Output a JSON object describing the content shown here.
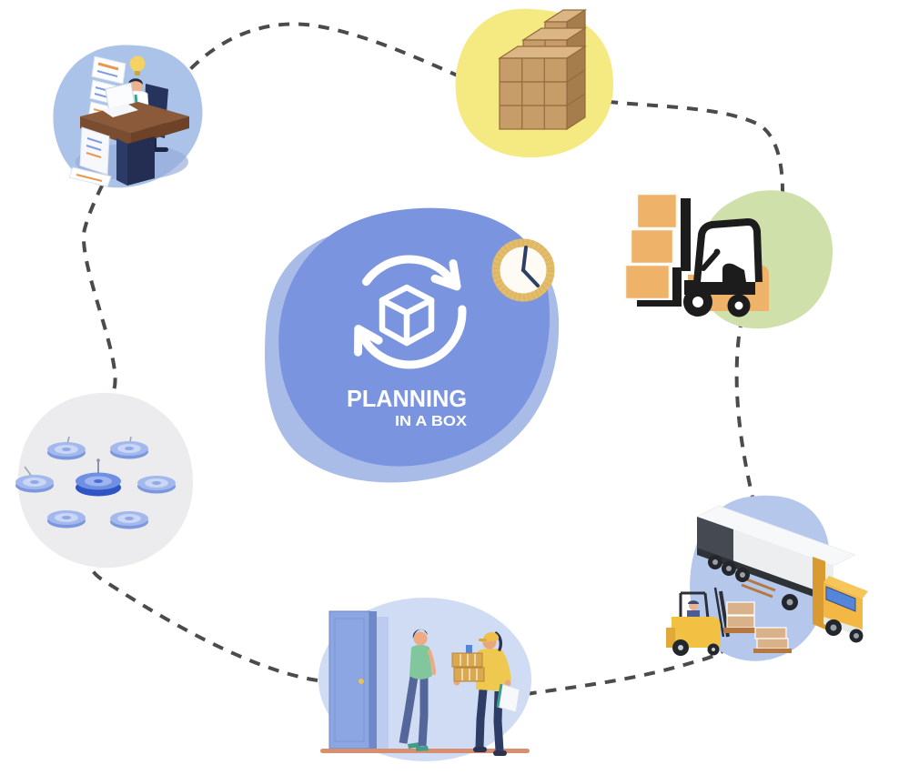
{
  "illustration": {
    "name": "planning-in-a-box-supply-chain-cycle",
    "center": {
      "title": "PLANNING",
      "subtitle": "IN A BOX"
    },
    "colors": {
      "background": "#ffffff",
      "dash": "#4b4b4b",
      "center_blob": "#7b94e0",
      "center_blob_light": "#a9bce8",
      "clock_ring": "#e3bd6e",
      "clock_hands": "#2e3f66",
      "planner_blob": "#abc2e9",
      "boxes_blob": "#f5ea82",
      "forklift_blob": "#cfe0ab",
      "truck_blob": "#b5c8ec",
      "delivery_blob": "#cfdcf4",
      "network_blob": "#ececee",
      "carton_tan": "#c69c68",
      "carton_orange": "#eeb269"
    },
    "scenes": [
      {
        "name": "planner-at-desk"
      },
      {
        "name": "warehouse-boxes"
      },
      {
        "name": "forklift-loading"
      },
      {
        "name": "truck-loading"
      },
      {
        "name": "delivery-handover"
      },
      {
        "name": "network-hubs"
      }
    ]
  }
}
